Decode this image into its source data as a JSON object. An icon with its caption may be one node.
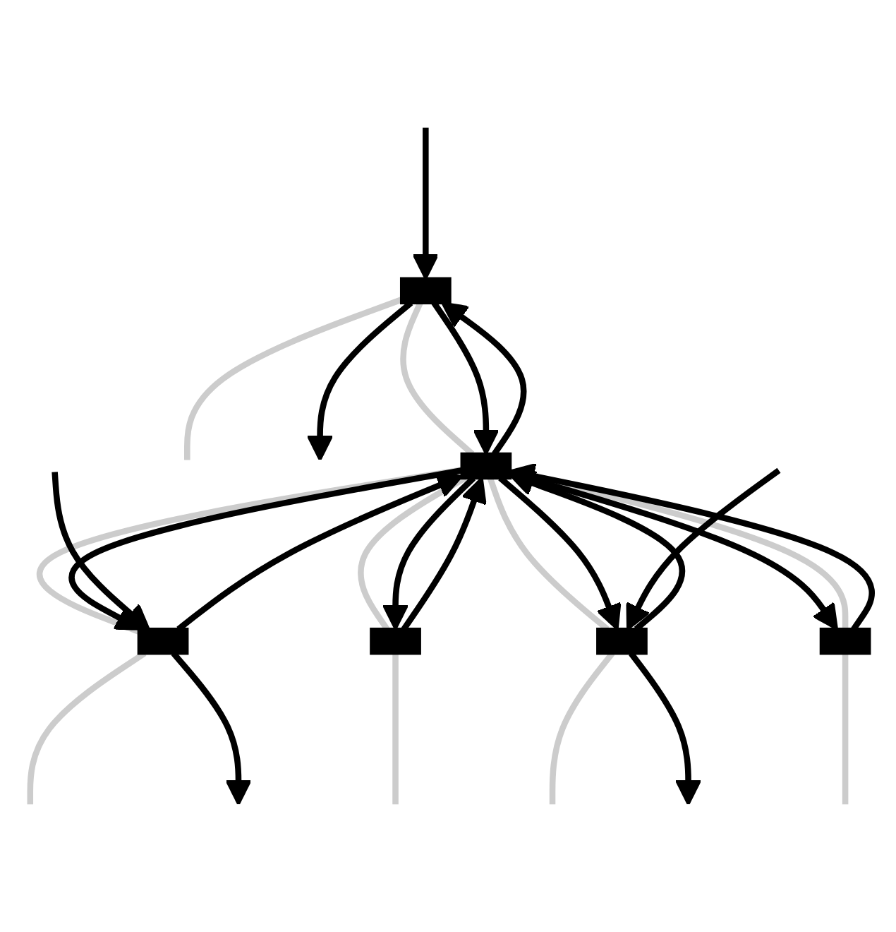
{
  "diagram": {
    "nodes": [
      {
        "text": [],
        "shape": "box"
      },
      {
        "text": [],
        "shape": "box"
      },
      {
        "text": [],
        "shape": "box"
      },
      {
        "text": [],
        "shape": "box"
      },
      {
        "text": [],
        "shape": "box"
      },
      {
        "text": [],
        "shape": "box"
      }
    ],
    "edges": [
      {
        "from": 0,
        "to": 2,
        "arrow": "none",
        "color": "#cccccc"
      },
      {
        "from": 1,
        "to": 2,
        "arrow": "none",
        "color": "#cccccc"
      },
      {
        "from": 2,
        "to": 3,
        "arrow": "none",
        "color": "#cccccc"
      },
      {
        "from": 2,
        "to": 4,
        "arrow": "none",
        "color": "#cccccc"
      },
      {
        "from": 2,
        "to": 5,
        "arrow": "none",
        "color": "#cccccc"
      },
      {
        "from": 0,
        "to": null,
        "arrow": "none",
        "color": "#cccccc"
      },
      {
        "from": 1,
        "to": null,
        "arrow": "none",
        "color": "#cccccc"
      },
      {
        "from": 4,
        "to": null,
        "arrow": "none",
        "color": "#cccccc"
      },
      {
        "from": 5,
        "to": null,
        "arrow": "none",
        "color": "#cccccc"
      },
      {
        "from": 3,
        "to": null,
        "arrow": "none",
        "color": "#cccccc"
      },
      {
        "from": 2,
        "to": 0,
        "arrow": "to"
      },
      {
        "from": 0,
        "to": 2,
        "arrow": "to"
      },
      {
        "from": 0,
        "to": null,
        "arrow": "to"
      },
      {
        "from": null,
        "to": 0,
        "arrow": "to"
      },
      {
        "from": 1,
        "to": 2,
        "arrow": "to"
      },
      {
        "from": 2,
        "to": 1,
        "arrow": "to"
      },
      {
        "from": 4,
        "to": 2,
        "arrow": "to"
      },
      {
        "from": 2,
        "to": 4,
        "arrow": "to"
      },
      {
        "from": 5,
        "to": 2,
        "arrow": "to"
      },
      {
        "from": 2,
        "to": 5,
        "arrow": "to"
      },
      {
        "from": 5,
        "to": null,
        "arrow": "to"
      },
      {
        "from": null,
        "to": 5,
        "arrow": "to"
      },
      {
        "from": 2,
        "to": 3,
        "arrow": "to"
      },
      {
        "from": 3,
        "to": 2,
        "arrow": "to"
      },
      {
        "from": null,
        "to": 3,
        "arrow": "to"
      },
      {
        "from": 3,
        "to": null,
        "arrow": "to"
      }
    ]
  }
}
